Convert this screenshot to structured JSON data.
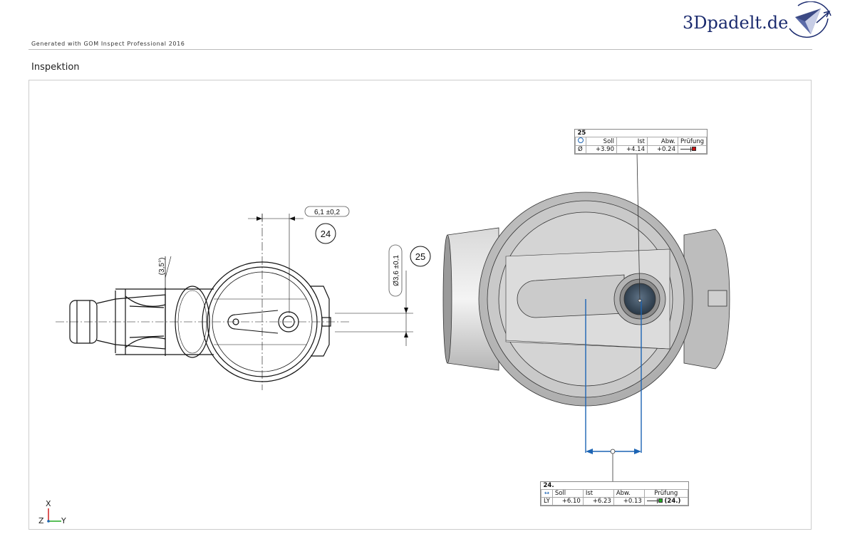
{
  "header": {
    "generated_text": "Generated with GOM Inspect Professional 2016",
    "logo_text": "3Dpadelt.de"
  },
  "page": {
    "title": "Inspektion"
  },
  "drawing": {
    "dim_24": {
      "text": "6,1 ±0,2",
      "bubble": "24"
    },
    "dim_25": {
      "text": "Ø3,6 ±0,1",
      "bubble": "25"
    },
    "angle": {
      "text": "(3,5°)"
    }
  },
  "callout_25": {
    "id": "25",
    "headers": [
      "Soll",
      "Ist",
      "Abw.",
      "Prüfung"
    ],
    "row": {
      "symbol": "Ø",
      "soll": "+3.90",
      "ist": "+4.14",
      "abw": "+0.24"
    },
    "status_color": "#cc1111"
  },
  "callout_24": {
    "id": "24.",
    "headers": [
      "Soll",
      "Ist",
      "Abw.",
      "Prüfung"
    ],
    "row": {
      "symbol": "LY",
      "soll": "+6.10",
      "ist": "+6.23",
      "abw": "+0.13",
      "ref": "(24.)"
    },
    "status_color": "#22aa22"
  },
  "axes": {
    "x": "X",
    "y": "Y",
    "z": "Z"
  },
  "colors": {
    "accent_blue": "#1c64b4",
    "logo_navy": "#1a2a6e"
  }
}
